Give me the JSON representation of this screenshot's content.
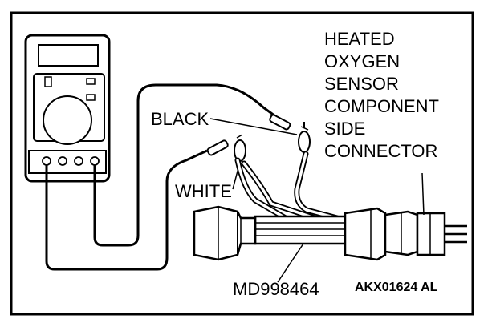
{
  "labels": {
    "sensor_lines": [
      "HEATED",
      "OXYGEN",
      "SENSOR",
      "COMPONENT",
      "SIDE",
      "CONNECTOR"
    ],
    "black": "BLACK",
    "white": "WHITE",
    "tool": "MD998464",
    "code": "AKX01624 AL"
  },
  "colors": {
    "ink": "#000000",
    "paper": "#ffffff"
  },
  "icons": {
    "meter": "multimeter-icon",
    "probe_black": "black-probe-icon",
    "probe_white": "white-probe-icon",
    "harness": "test-harness-icon",
    "sensor_connector": "sensor-connector-icon"
  }
}
